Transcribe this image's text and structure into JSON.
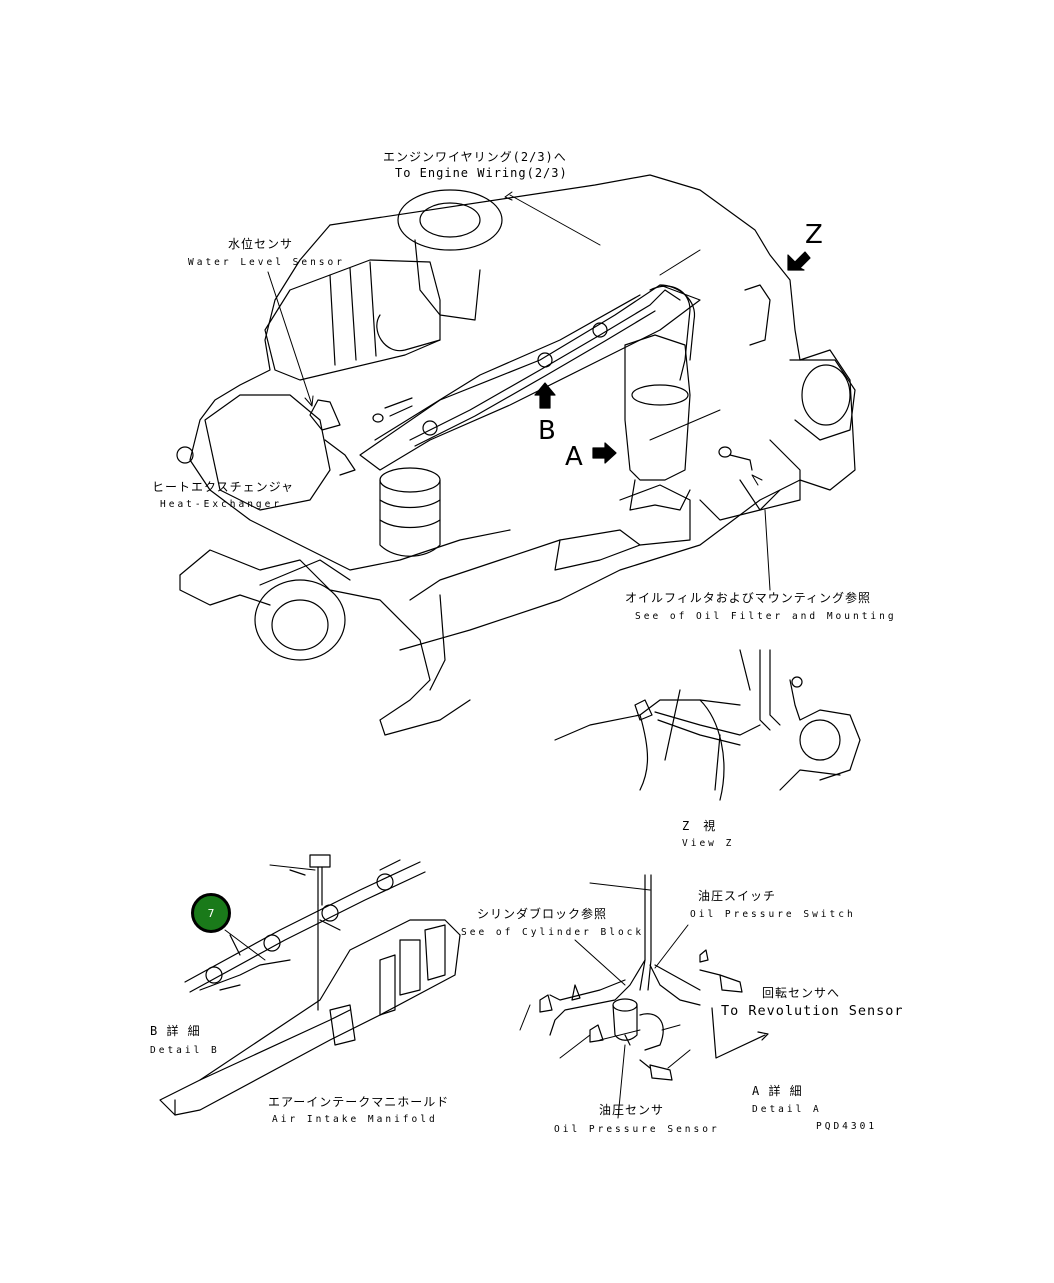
{
  "labels": {
    "engine_wiring_jp": "エンジンワイヤリング(2/3)へ",
    "engine_wiring_en": "To Engine Wiring(2/3)",
    "water_level_jp": "水位センサ",
    "water_level_en": "Water Level Sensor",
    "heat_exchanger_jp": "ヒートエクスチェンジャ",
    "heat_exchanger_en": "Heat-Exchanger",
    "oil_filter_jp": "オイルフィルタおよびマウンティング参照",
    "oil_filter_en": "See of Oil Filter and Mounting",
    "view_z_jp": "Z　視",
    "view_z_en": "View Z",
    "detail_b_jp": "B 詳 細",
    "detail_b_en": "Detail B",
    "air_intake_jp": "エアーインテークマニホールド",
    "air_intake_en": "Air Intake Manifold",
    "cylinder_block_jp": "シリンダブロック参照",
    "cylinder_block_en": "See of Cylinder Block",
    "oil_pressure_switch_jp": "油圧スイッチ",
    "oil_pressure_switch_en": "Oil Pressure Switch",
    "revolution_jp": "回転センサへ",
    "revolution_en": "To Revolution Sensor",
    "oil_pressure_sensor_jp": "油圧センサ",
    "oil_pressure_sensor_en": "Oil Pressure Sensor",
    "detail_a_jp": "A 詳 細",
    "detail_a_en": "Detail A",
    "drawing_no": "PQD4301",
    "view_letter_z": "Z",
    "view_letter_a": "A",
    "view_letter_b": "B"
  },
  "callout": {
    "number": "7",
    "color": "#1a7a1a"
  }
}
